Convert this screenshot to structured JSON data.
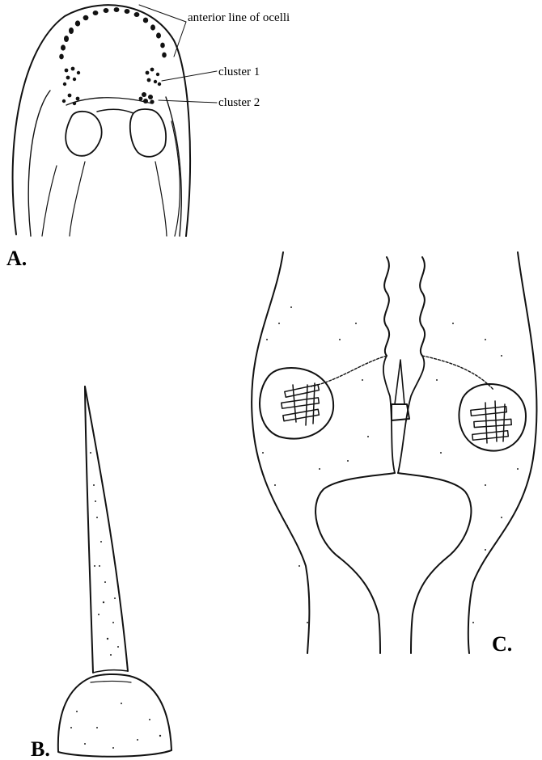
{
  "annotations": {
    "anterior_line": "anterior line of ocelli",
    "cluster1": "cluster 1",
    "cluster2": "cluster 2"
  },
  "panels": {
    "a": "A.",
    "b": "B.",
    "c": "C."
  }
}
